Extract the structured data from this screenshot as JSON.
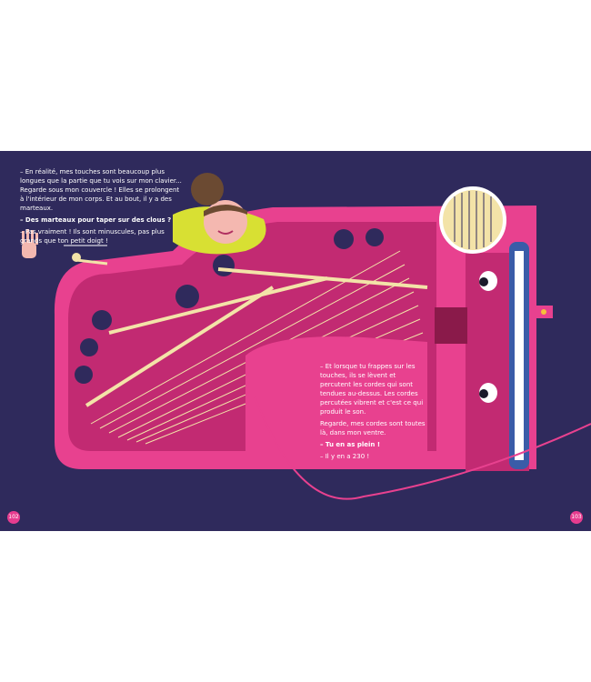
{
  "left_page": {
    "paragraph_1": "– En réalité, mes touches sont beaucoup plus longues que la partie que tu vois sur mon clavier... Regarde sous mon couvercle ! Elles se prolongent à l'intérieur de mon corps. Et au bout, il y a des marteaux.",
    "paragraph_2": "– Des marteaux pour taper sur des clous ?",
    "paragraph_3": "– Pas vraiment ! Ils sont minuscules, pas plus grands que ton petit doigt !",
    "page_number": "102"
  },
  "right_page": {
    "paragraph_1": "– Et lorsque tu frappes sur les touches, ils se lèvent et percutent les cordes qui sont tendues au-dessus. Les cordes percutées vibrent et c'est ce qui produit le son.",
    "paragraph_2": "Regarde, mes cordes sont toutes là, dans mon ventre.",
    "paragraph_3": "– Tu en as plein !",
    "paragraph_4": "– Il y en a 230 !",
    "page_number": "103"
  },
  "colors": {
    "background": "#2f2a5c",
    "piano_pink": "#e8418f",
    "piano_dark_pink": "#c22a72",
    "strings_cream": "#f3e3a8",
    "girl_sweater": "#d8e033"
  },
  "icons": [
    "hand-icon",
    "hammer-icon",
    "magnifier-icon",
    "eye-icon",
    "pedal-icon"
  ]
}
